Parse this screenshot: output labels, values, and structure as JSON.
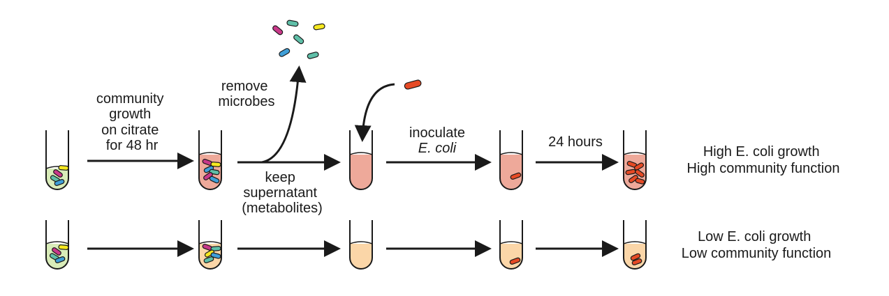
{
  "colors": {
    "medium_green": "#d9ecb9",
    "medium_pink": "#eea99a",
    "medium_peach": "#fbd6a8",
    "outline": "#1a1a1a",
    "ecoli": "#e64a25",
    "microbe_magenta": "#c9398a",
    "microbe_yellow": "#f6e820",
    "microbe_teal": "#5fbfa8",
    "microbe_blue": "#3f9fd8"
  },
  "labels": {
    "community_growth": [
      "community",
      "growth",
      "on citrate",
      "for 48 hr"
    ],
    "remove_microbes": [
      "remove",
      "microbes"
    ],
    "keep_supernatant": [
      "keep",
      "supernatant",
      "(metabolites)"
    ],
    "inoculate": "inoculate",
    "ecoli_italic": "E. coli",
    "time": "24 hours"
  },
  "outcomes": {
    "high": [
      "High E. coli growth",
      "High community function"
    ],
    "low": [
      "Low E. coli growth",
      "Low community function"
    ]
  },
  "icons": [
    "test-tube-icon",
    "microbe-cell-icon",
    "ecoli-cell-icon",
    "arrow-icon"
  ]
}
